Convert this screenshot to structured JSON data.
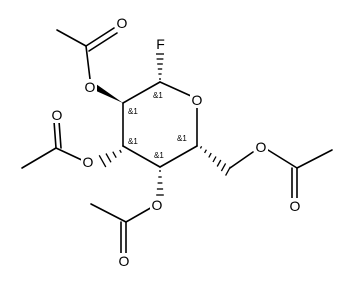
{
  "molecule": {
    "atoms": {
      "fluorine": "F",
      "ring_oxygen": "O",
      "o_c2": "O",
      "o_c3": "O",
      "o_c4": "O",
      "o_c6": "O",
      "carbonyl_o_c2": "O",
      "carbonyl_o_c3": "O",
      "carbonyl_o_c4": "O",
      "carbonyl_o_c6": "O"
    },
    "stereo_labels": {
      "c1": "&1",
      "c2": "&1",
      "c3": "&1",
      "c4": "&1",
      "c5": "&1"
    }
  }
}
